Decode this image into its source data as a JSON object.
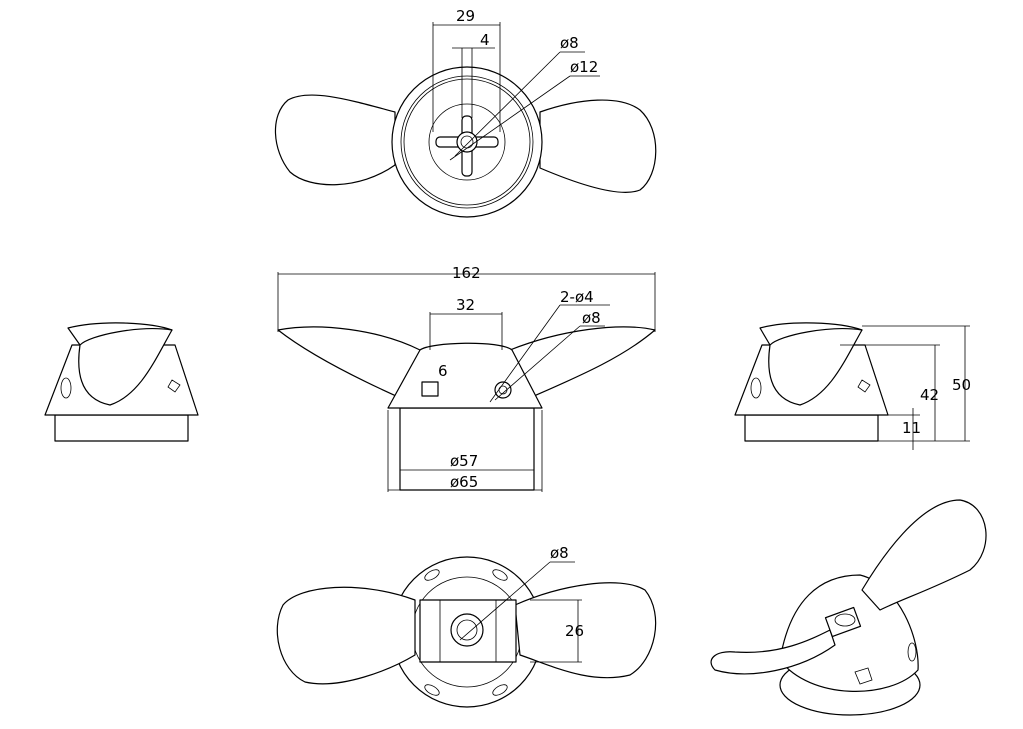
{
  "dimensions": {
    "top_width": "29",
    "top_slot": "4",
    "top_dia_small": "ø8",
    "top_dia_large": "ø12",
    "total_length": "162",
    "hub_width": "32",
    "holes": "2-ø4",
    "front_hole": "ø8",
    "small_hole": "6",
    "inner_dia": "ø57",
    "outer_dia": "ø65",
    "height_blade": "42",
    "height_total": "50",
    "base_height": "11",
    "bottom_hole": "ø8",
    "bottom_slot": "26"
  }
}
